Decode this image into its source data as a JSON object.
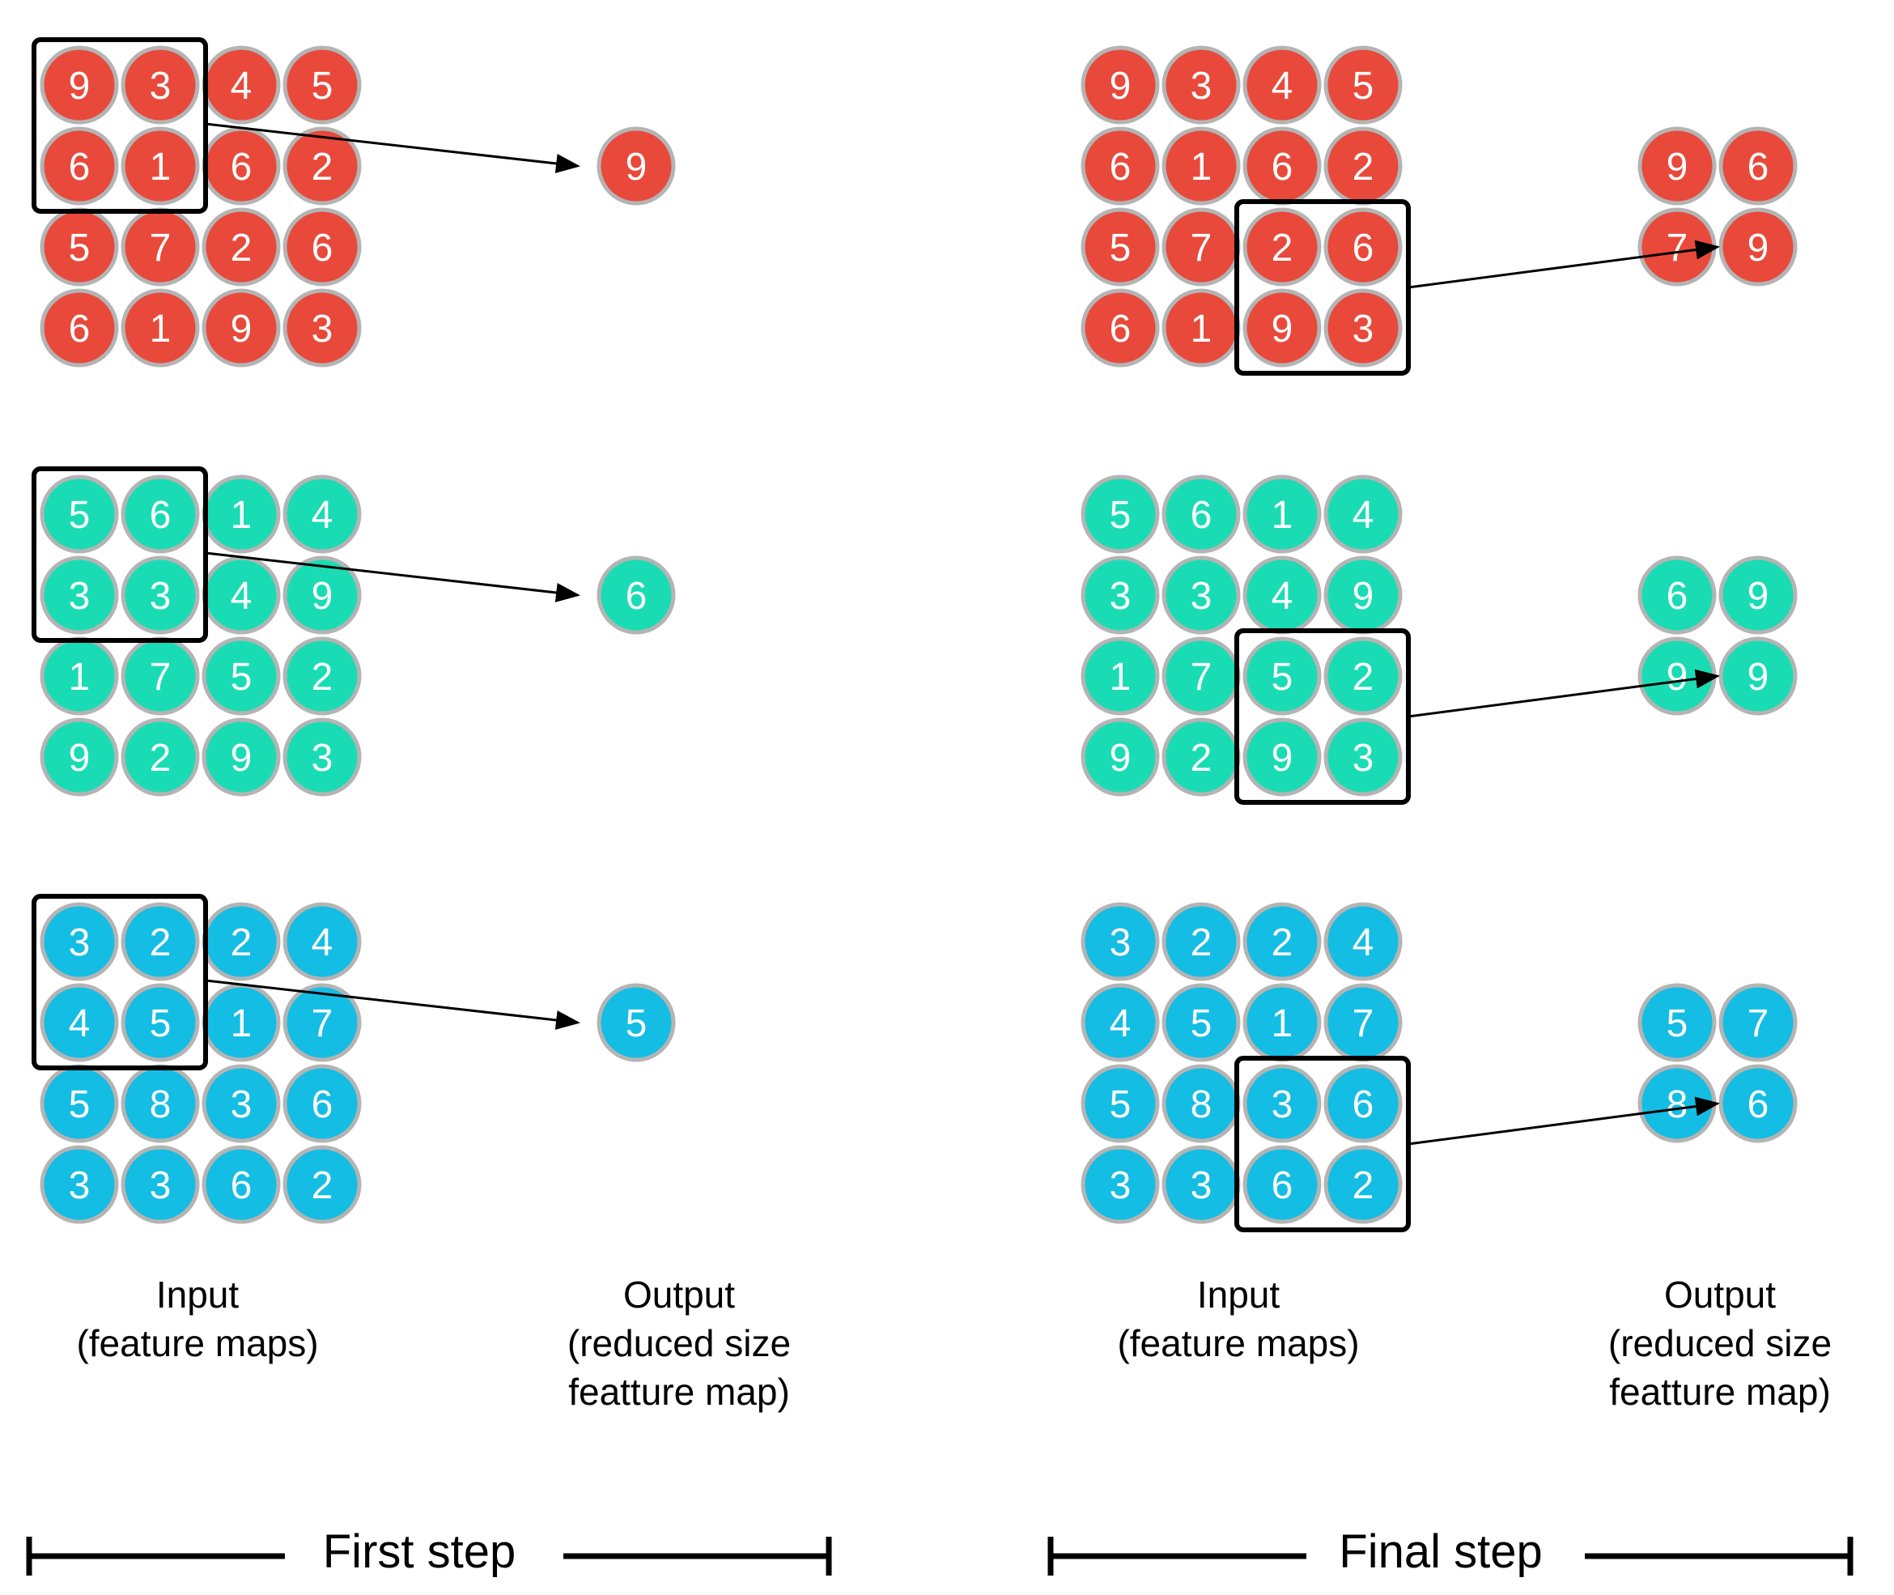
{
  "colors": {
    "red": "#e8493a",
    "teal": "#1adcb4",
    "blue": "#14bde3",
    "node_stroke": "#b4b4b4"
  },
  "maps": [
    {
      "color": "red",
      "grid": [
        [
          "9",
          "3",
          "4",
          "5"
        ],
        [
          "6",
          "1",
          "6",
          "2"
        ],
        [
          "5",
          "7",
          "2",
          "6"
        ],
        [
          "6",
          "1",
          "9",
          "3"
        ]
      ],
      "first_output": [
        "9"
      ],
      "final_output": [
        [
          "9",
          "6"
        ],
        [
          "7",
          "9"
        ]
      ]
    },
    {
      "color": "teal",
      "grid": [
        [
          "5",
          "6",
          "1",
          "4"
        ],
        [
          "3",
          "3",
          "4",
          "9"
        ],
        [
          "1",
          "7",
          "5",
          "2"
        ],
        [
          "9",
          "2",
          "9",
          "3"
        ]
      ],
      "first_output": [
        "6"
      ],
      "final_output": [
        [
          "6",
          "9"
        ],
        [
          "9",
          "9"
        ]
      ]
    },
    {
      "color": "blue",
      "grid": [
        [
          "3",
          "2",
          "2",
          "4"
        ],
        [
          "4",
          "5",
          "1",
          "7"
        ],
        [
          "5",
          "8",
          "3",
          "6"
        ],
        [
          "3",
          "3",
          "6",
          "2"
        ]
      ],
      "first_output": [
        "5"
      ],
      "final_output": [
        [
          "5",
          "7"
        ],
        [
          "8",
          "6"
        ]
      ]
    }
  ],
  "labels": {
    "input_line1": "Input",
    "input_line2": "(feature maps)",
    "output_line1": "Output",
    "output_line2": "(reduced size",
    "output_line3": "featture map)"
  },
  "steps": {
    "first": "First step",
    "final": "Final step"
  }
}
